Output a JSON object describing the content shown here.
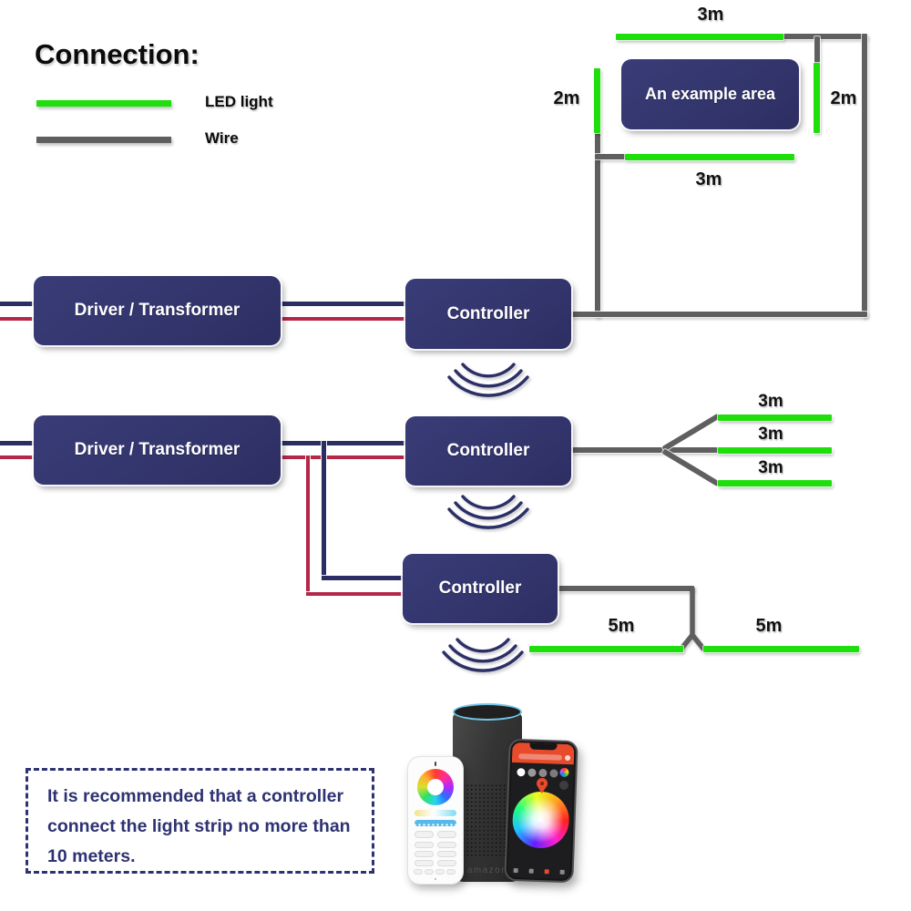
{
  "legend": {
    "title": "Connection:",
    "items": [
      {
        "id": "led",
        "label": "LED light",
        "color": "#1ede0b"
      },
      {
        "id": "wire",
        "label": "Wire",
        "color": "#5f5f5f"
      }
    ]
  },
  "example_area": {
    "label": "An example area",
    "measurements": {
      "top": "3m",
      "left": "2m",
      "right": "2m",
      "bottom": "3m"
    }
  },
  "diagram": {
    "driver_label": "Driver / Transformer",
    "controller_label": "Controller",
    "row2_strip_labels": [
      "3m",
      "3m",
      "3m"
    ],
    "row3_strip_labels": [
      "5m",
      "5m"
    ]
  },
  "note": {
    "line1": "It is recommended that a controller",
    "line2": "connect the light strip no more than",
    "line3": "10 meters."
  },
  "devices": {
    "echo_logo": "amazon"
  },
  "colors": {
    "led_green": "#1ede0b",
    "wire_gray": "#5f5f5f",
    "wire_navy": "#2b2e63",
    "wire_red": "#b52747",
    "box_navy": "#2e3068",
    "note_navy": "#2e3272",
    "phone_accent_orange": "#e74b2c",
    "echo_ring_blue": "#74c5e8"
  }
}
